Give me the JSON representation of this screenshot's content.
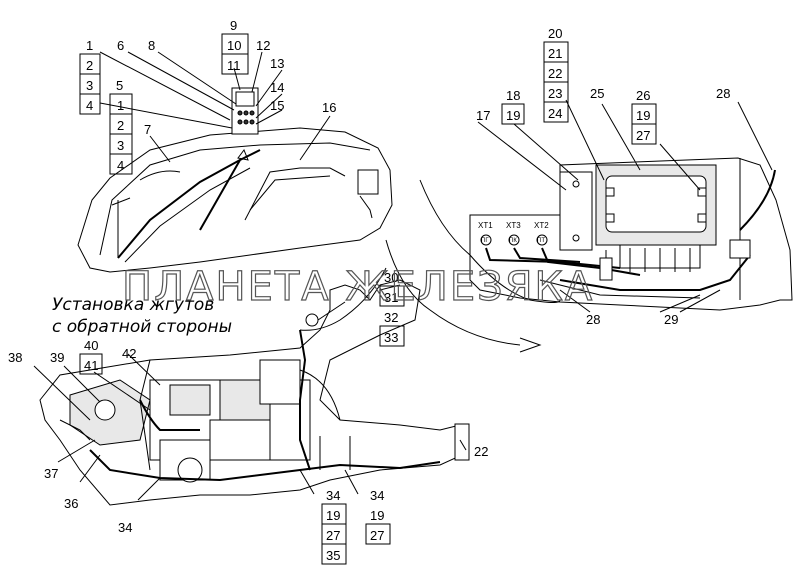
{
  "caption": {
    "line1": "Установка жгутов",
    "line2": "с обратной стороны"
  },
  "watermark": "ПЛАНЕТА ЖЕЛЕЗЯКА",
  "connectors": [
    "XT1",
    "XT3",
    "XT2"
  ],
  "connector_subs": [
    "ПГ",
    "ПК",
    "ПТ"
  ],
  "labels": {
    "n1": "1",
    "n2": "2",
    "n3": "3",
    "n4": "4",
    "n5": "5",
    "n5_1": "1",
    "n5_2": "2",
    "n5_3": "3",
    "n5_4": "4",
    "n6": "6",
    "n7": "7",
    "n8": "8",
    "n9": "9",
    "n10": "10",
    "n11": "11",
    "n12": "12",
    "n13": "13",
    "n14": "14",
    "n15": "15",
    "n16": "16",
    "n17": "17",
    "n18": "18",
    "n18_19": "19",
    "n20": "20",
    "n21": "21",
    "n22": "22",
    "n23": "23",
    "n24": "24",
    "n25": "25",
    "n26": "26",
    "n26_19": "19",
    "n26_27": "27",
    "n28": "28",
    "n28b": "28",
    "n29": "29",
    "n30": "30",
    "n31": "31",
    "n32": "32",
    "n33": "33",
    "n38": "38",
    "n39": "39",
    "n40": "40",
    "n41": "41",
    "n42": "42",
    "n37": "37",
    "n36": "36",
    "n34a": "34",
    "n34b": "34",
    "n34b_19": "19",
    "n34b_27": "27",
    "n34b_35": "35",
    "n34c": "34",
    "n34c_19": "19",
    "n34c_27": "27",
    "n22b": "22"
  }
}
